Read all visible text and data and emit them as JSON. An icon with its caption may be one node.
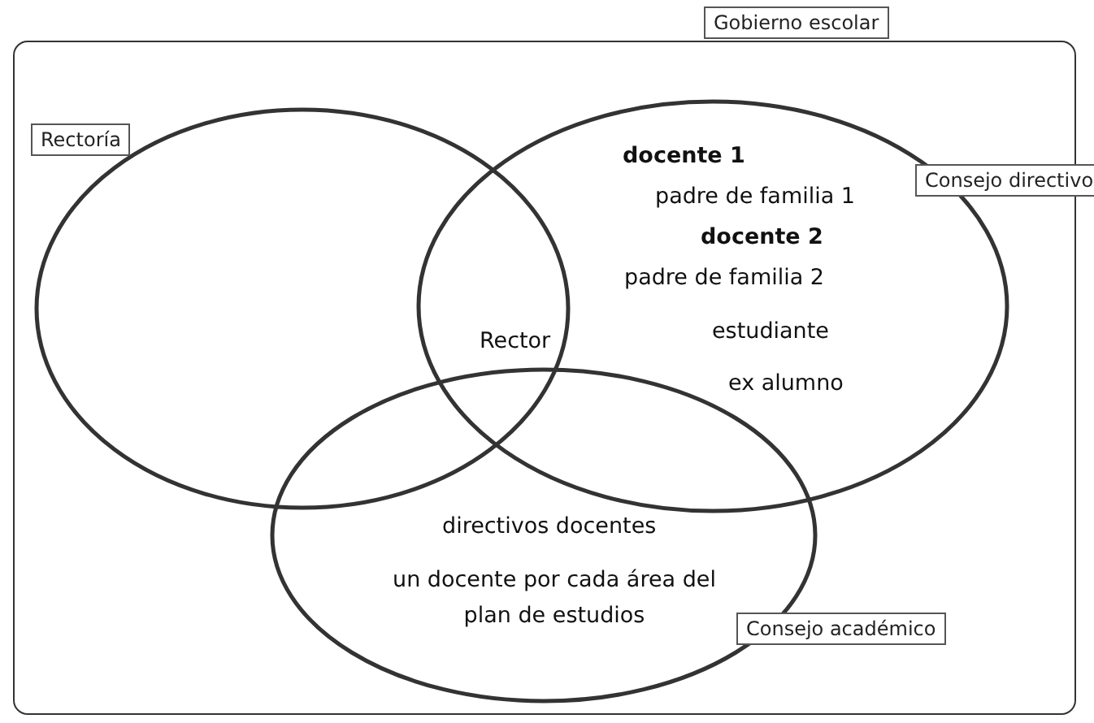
{
  "diagram": {
    "nodes": [
      {
        "text": [
          "Gobierno escolar"
        ]
      },
      {
        "text": [
          "Rectoría"
        ],
        "in": 0
      },
      {
        "text": [
          "Consejo directivo",
          "docente 1",
          "padre de familia 1",
          "docente 2",
          "padre de familia 2",
          "estudiante",
          "ex alumno"
        ],
        "in": 0
      },
      {
        "text": [
          "Consejo académico",
          "directivos docentes",
          "un docente por cada área del plan de estudios"
        ],
        "in": 0
      }
    ],
    "edges": [],
    "labels": [
      "Rector"
    ]
  }
}
